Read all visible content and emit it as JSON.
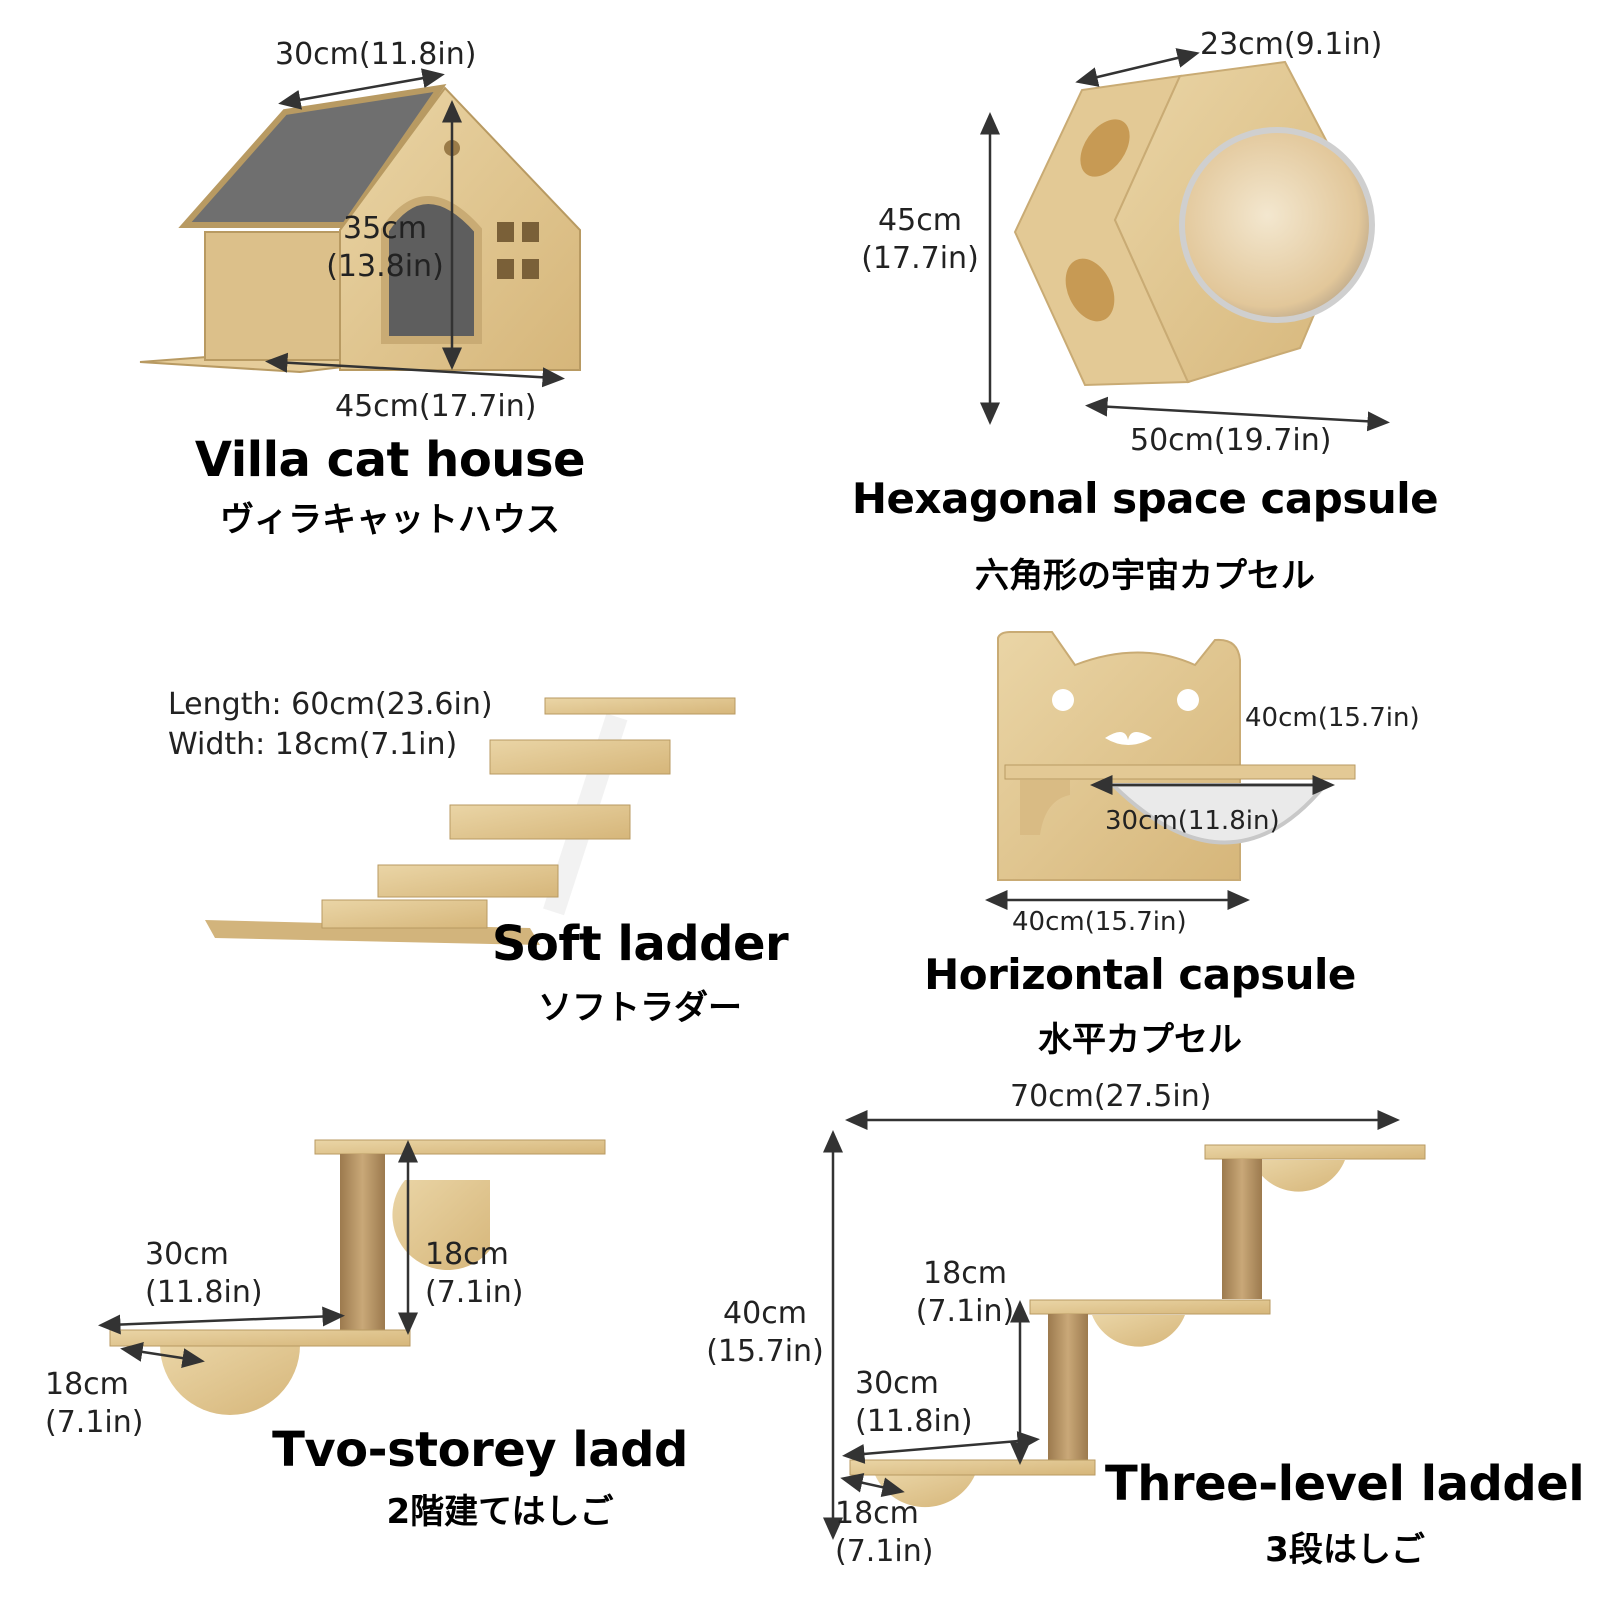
{
  "products": {
    "villa": {
      "title": "Villa cat house",
      "title_jp": "ヴィラキャットハウス",
      "dim_top": "30cm(11.8in)",
      "dim_height_1": "35cm",
      "dim_height_2": "(13.8in)",
      "dim_bottom": "45cm(17.7in)"
    },
    "hexagon": {
      "title": "Hexagonal space capsule",
      "title_jp": "六角形の宇宙カプセル",
      "dim_depth": "23cm(9.1in)",
      "dim_height_1": "45cm",
      "dim_height_2": "(17.7in)",
      "dim_width": "50cm(19.7in)"
    },
    "soft_ladder": {
      "title": "Soft ladder",
      "title_jp": "ソフトラダー",
      "length": "Length: 60cm(23.6in)",
      "width": "Width: 18cm(7.1in)"
    },
    "horizontal_capsule": {
      "title": "Horizontal capsule",
      "title_jp": "水平カプセル",
      "dim_shelf": "40cm(15.7in)",
      "dim_bowl": "30cm(11.8in)",
      "dim_base": "40cm(15.7in)"
    },
    "two_storey": {
      "title": "Tvo-storey ladd",
      "title_jp": "2階建てはしご",
      "dim_width_1": "30cm",
      "dim_width_2": "(11.8in)",
      "dim_height_1": "18cm",
      "dim_height_2": "(7.1in)",
      "dim_depth_1": "18cm",
      "dim_depth_2": "(7.1in)"
    },
    "three_level": {
      "title": "Three-level laddel",
      "title_jp": "3段はしご",
      "dim_total_width": "70cm(27.5in)",
      "dim_total_height_1": "40cm",
      "dim_total_height_2": "(15.7in)",
      "dim_step_1": "18cm",
      "dim_step_2": "(7.1in)",
      "dim_width_1": "30cm",
      "dim_width_2": "(11.8in)",
      "dim_depth_1": "18cm",
      "dim_depth_2": "(7.1in)"
    }
  },
  "colors": {
    "wood": "#dcc08a",
    "wood_light": "#ead5a6",
    "wood_dark": "#b89a62",
    "roof": "#6f6f6f",
    "rope": "#b8966a",
    "text": "#222222"
  }
}
